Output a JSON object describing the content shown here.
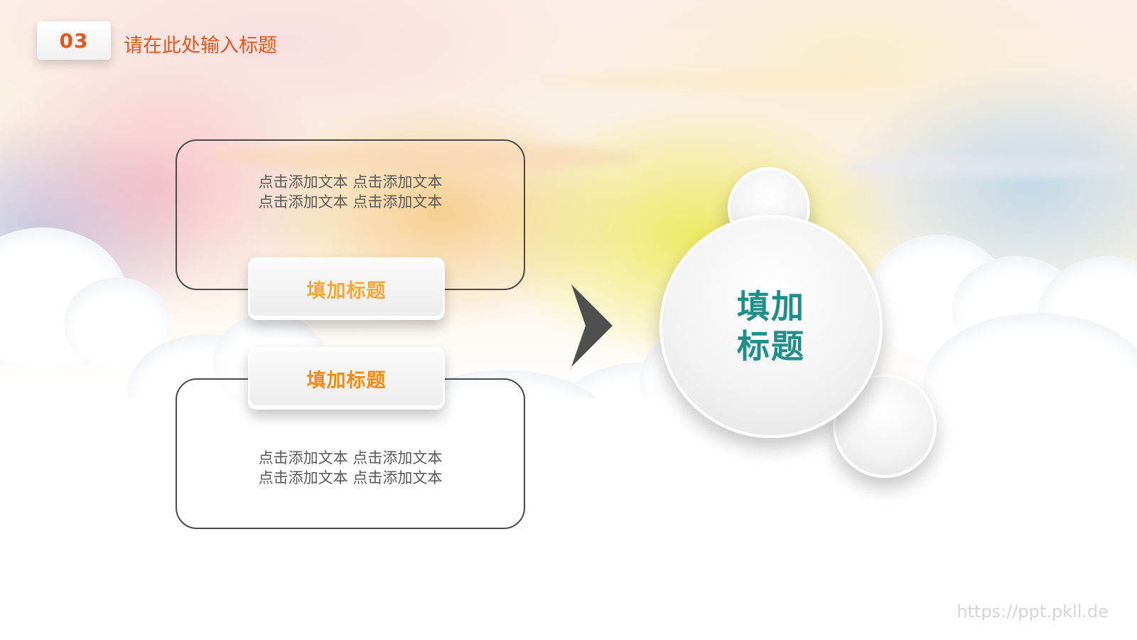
{
  "header": {
    "number": "03",
    "title": "请在此处输入标题"
  },
  "top_box": {
    "lines": [
      "点击添加文本 点击添加文本",
      "点击添加文本 点击添加文本"
    ]
  },
  "top_label": "填加标题",
  "bottom_label": "填加标题",
  "bottom_box": {
    "lines": [
      "点击添加文本 点击添加文本",
      "点击添加文本 点击添加文本"
    ]
  },
  "circle": {
    "lines": [
      "填加",
      "标题"
    ]
  },
  "watermark": "https://ppt.pkll.de",
  "colors": {
    "accent_orange": "#e2561d",
    "label_orange_light": "#f5a63c",
    "label_orange": "#f08a1a",
    "teal": "#1f8f8b",
    "chevron": "#4f4f4f"
  },
  "icons": {
    "arrow": "chevron-right-icon"
  }
}
